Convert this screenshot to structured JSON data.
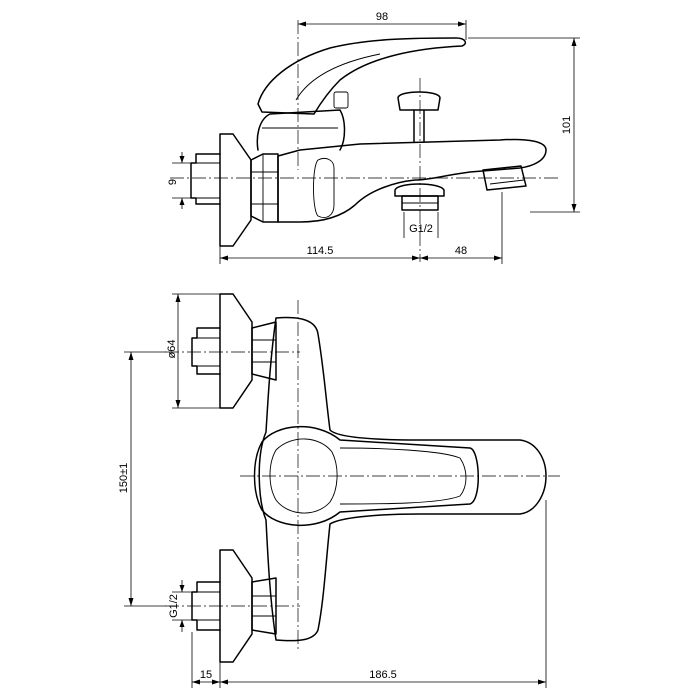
{
  "views": {
    "side": {
      "dimensions": {
        "overall_width": "98",
        "height": "101",
        "inlet_pipe": "9",
        "wall_to_outlet": "114.5",
        "outlet_to_spout": "48",
        "outlet_thread": "G1/2"
      }
    },
    "top": {
      "dimensions": {
        "flange_diameter": "ø64",
        "inlet_spacing": "150±1",
        "inlet_thread": "G1/2",
        "eccentric_offset": "15",
        "overall_length": "186.5"
      }
    }
  }
}
